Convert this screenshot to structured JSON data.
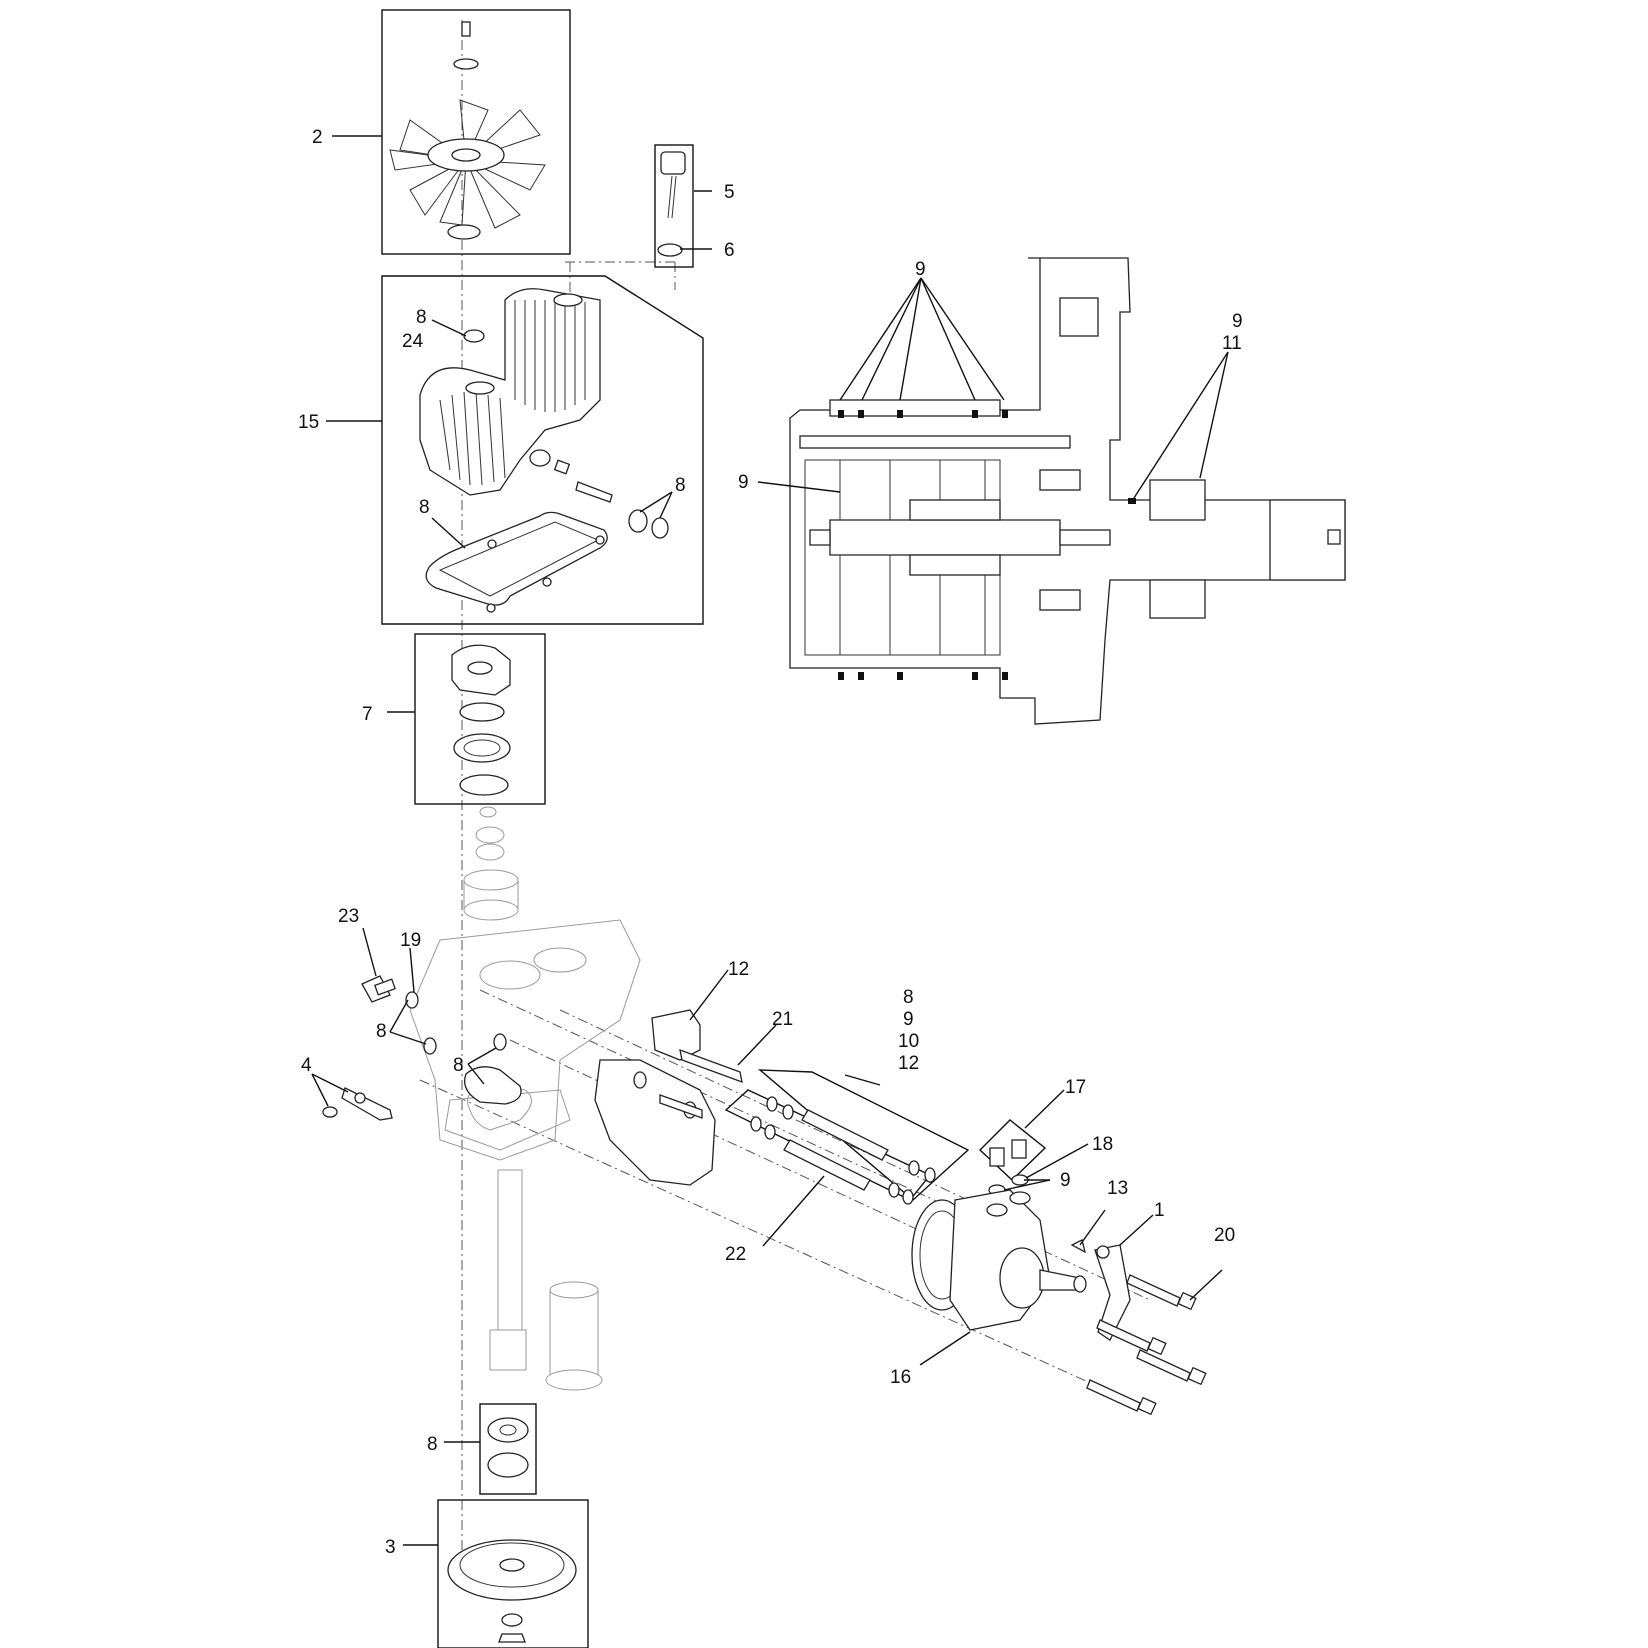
{
  "callouts": {
    "c2": "2",
    "c5": "5",
    "c6": "6",
    "c8a": "8",
    "c24": "24",
    "c15": "15",
    "c8b": "8",
    "c8c": "8",
    "c7": "7",
    "c9top": "9",
    "c9r": "9",
    "c11": "11",
    "c9l": "9",
    "c23": "23",
    "c19": "19",
    "c8d": "8",
    "c4": "4",
    "c8e": "8",
    "c12a": "12",
    "c21": "21",
    "c8f": "8",
    "c9f": "9",
    "c10": "10",
    "c12b": "12",
    "c17": "17",
    "c18": "18",
    "c9g": "9",
    "c13": "13",
    "c1": "1",
    "c20": "20",
    "c22": "22",
    "c16": "16",
    "c8g": "8",
    "c3": "3"
  }
}
